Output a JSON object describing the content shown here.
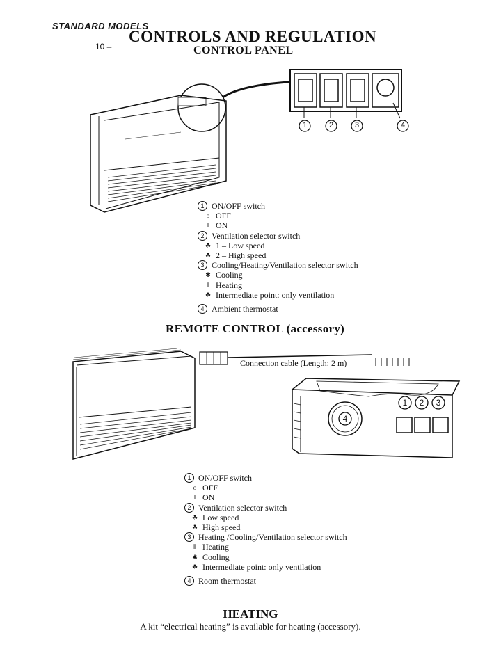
{
  "header": {
    "models": "STANDARD MODELS",
    "page": "10 –",
    "title": "CONTROLS AND REGULATION",
    "subtitle": "CONTROL PANEL"
  },
  "panel_callouts": [
    "1",
    "2",
    "3",
    "4"
  ],
  "legend1": [
    {
      "num": "1",
      "text": "ON/OFF switch"
    },
    {
      "sym": "o",
      "text": "OFF"
    },
    {
      "sym": "I",
      "text": "ON"
    },
    {
      "num": "2",
      "text": "Ventilation selector switch"
    },
    {
      "sym": "fan-icon",
      "text": "1 – Low speed"
    },
    {
      "sym": "fan-icon",
      "text": "2 – High speed"
    },
    {
      "num": "3",
      "text": "Cooling/Heating/Ventilation selector switch"
    },
    {
      "sym": "snowflake-icon",
      "text": "Cooling"
    },
    {
      "sym": "heat-icon",
      "text": "Heating"
    },
    {
      "sym": "fan-icon",
      "text": "Intermediate point: only ventilation"
    },
    {
      "num": "4",
      "text": "Ambient thermostat"
    }
  ],
  "remote": {
    "title": "REMOTE CONTROL (accessory)",
    "cable_label": "Connection cable (Length: 2 m)",
    "callouts": [
      "1",
      "2",
      "3"
    ],
    "dial_callout": "4"
  },
  "legend2": [
    {
      "num": "1",
      "text": "ON/OFF switch"
    },
    {
      "sym": "o",
      "text": "OFF"
    },
    {
      "sym": "I",
      "text": "ON"
    },
    {
      "num": "2",
      "text": "Ventilation selector switch"
    },
    {
      "sym": "fan-icon",
      "text": "Low speed"
    },
    {
      "sym": "fan-icon",
      "text": "High speed"
    },
    {
      "num": "3",
      "text": "Heating /Cooling/Ventilation selector switch"
    },
    {
      "sym": "heat-icon",
      "text": "Heating"
    },
    {
      "sym": "snowflake-icon",
      "text": "Cooling"
    },
    {
      "sym": "fan-icon",
      "text": "Intermediate point: only ventilation"
    },
    {
      "num": "4",
      "text": "Room thermostat"
    }
  ],
  "heating": {
    "title": "HEATING",
    "text": "A kit “electrical heating” is available for heating (accessory)."
  }
}
